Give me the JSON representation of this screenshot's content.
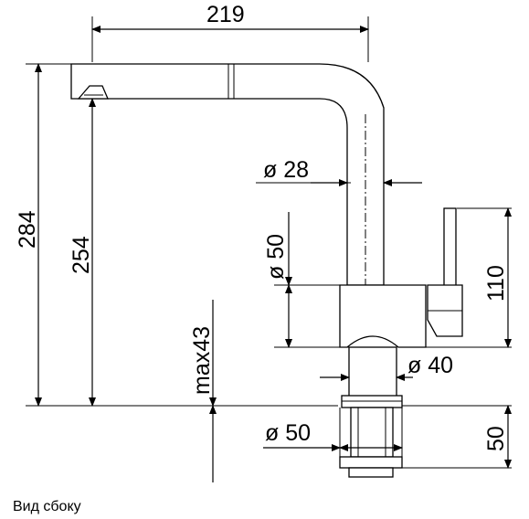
{
  "dimensions": {
    "width_overall": "219",
    "height_total": "284",
    "height_spout": "254",
    "max_thickness": "max43",
    "tube_diameter": "ø 28",
    "body_diameter": "ø 50",
    "base_diameter": "ø 40",
    "shank_diameter": "ø 50",
    "lever_height": "110",
    "shank_length": "50"
  },
  "caption": "Вид сбоку"
}
